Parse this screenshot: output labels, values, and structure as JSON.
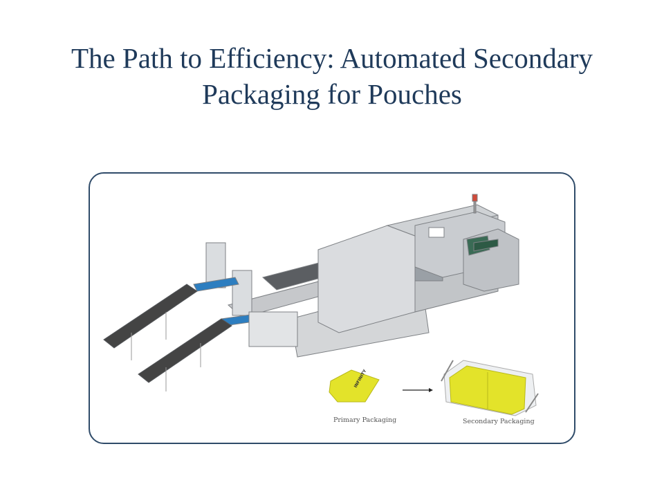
{
  "slide": {
    "title_line1": "The Path to Efficiency: Automated Secondary",
    "title_line2": "Packaging for Pouches"
  },
  "figure": {
    "primary_label": "Primary Packaging",
    "secondary_label": "Secondary Packaging",
    "pouch_brand": "INFINITY",
    "colors": {
      "pouch": "#e3e32a",
      "frame": "#2f4b69",
      "title": "#1f3a5a"
    }
  }
}
